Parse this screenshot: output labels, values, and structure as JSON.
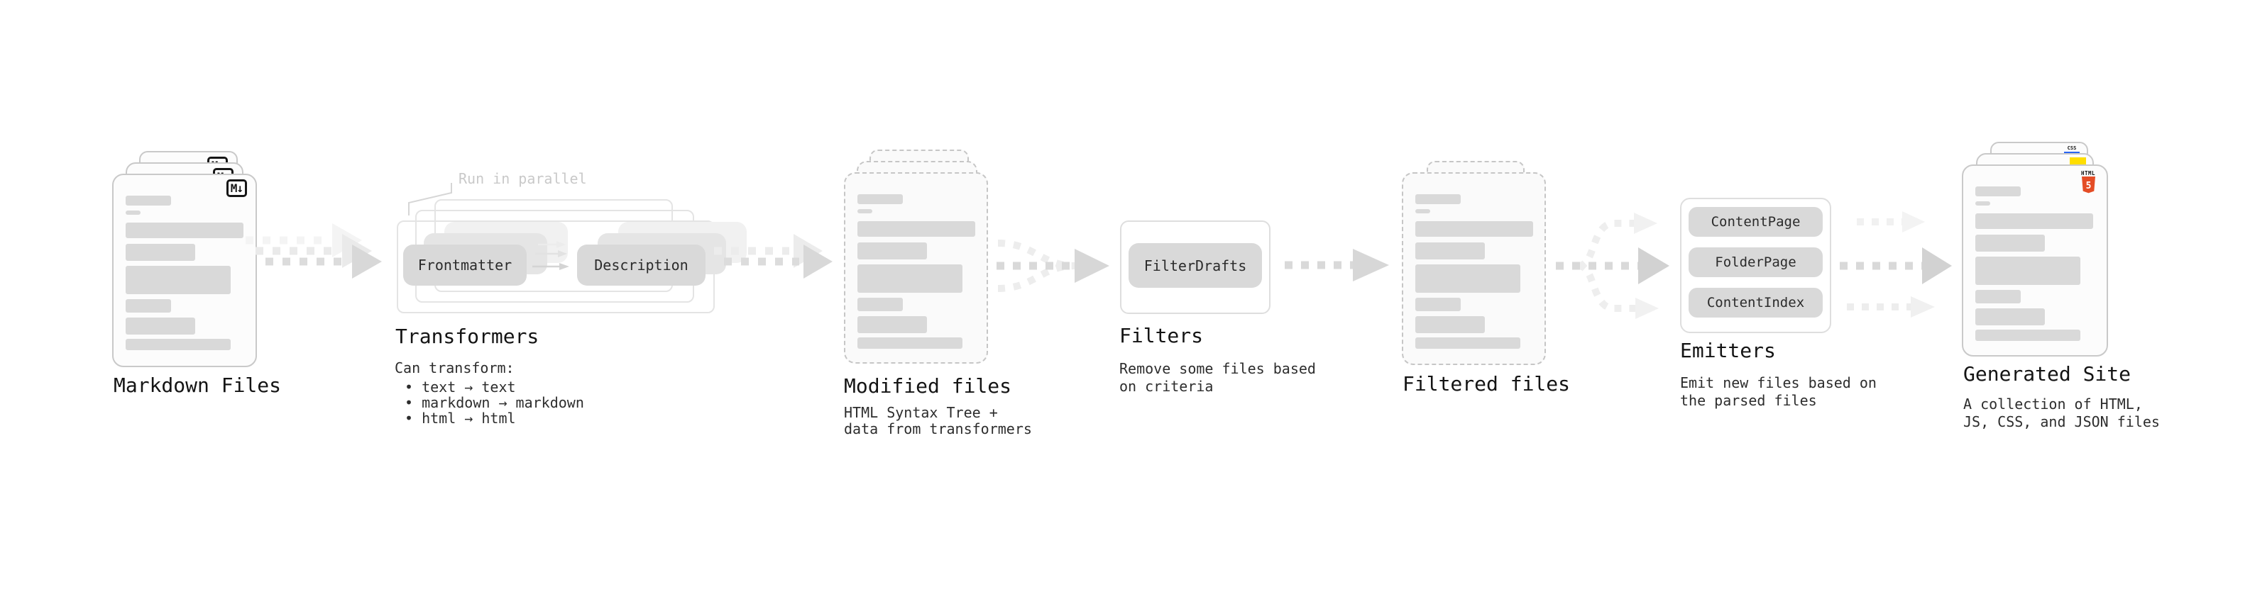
{
  "diagram": {
    "markdown": {
      "title": "Markdown Files",
      "badge": "M↓"
    },
    "transformers": {
      "annotation": "Run in parallel",
      "pill_left": "Frontmatter",
      "pill_right": "Description",
      "title": "Transformers",
      "caption": "Can transform:",
      "bullets": [
        "text → text",
        "markdown → markdown",
        "html → html"
      ]
    },
    "modified": {
      "title": "Modified files",
      "caption_line1": "HTML Syntax Tree +",
      "caption_line2": "data from transformers"
    },
    "filters": {
      "pill": "FilterDrafts",
      "title": "Filters",
      "caption_line1": "Remove some files based",
      "caption_line2": "on criteria"
    },
    "filtered": {
      "title": "Filtered files"
    },
    "emitters": {
      "pills": [
        "ContentPage",
        "FolderPage",
        "ContentIndex"
      ],
      "title": "Emitters",
      "caption_line1": "Emit new files based on",
      "caption_line2": "the parsed files"
    },
    "generated": {
      "title": "Generated Site",
      "caption_line1": "A collection of HTML,",
      "caption_line2": "JS, CSS, and JSON files",
      "html_badge_label": "HTML",
      "html_badge_number": "5",
      "css_badge_label": "CSS"
    }
  },
  "colors": {
    "html5_orange": "#E44D26",
    "js_yellow": "#FFDE00",
    "css_blue": "#2965F1",
    "badge_ink": "#161616"
  }
}
